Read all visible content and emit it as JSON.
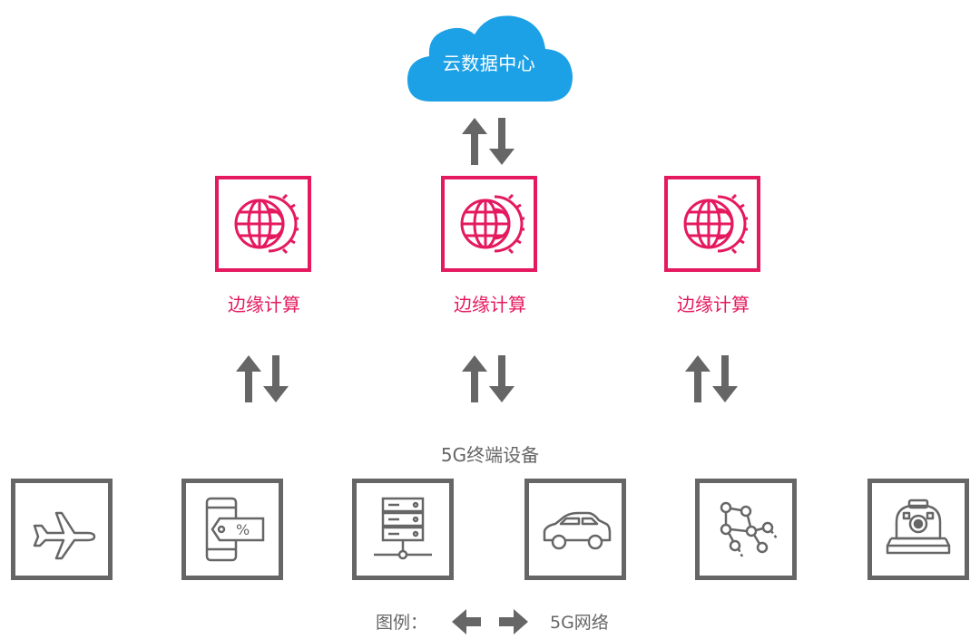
{
  "cloud": {
    "label": "云数据中心",
    "color": "#1da1e6"
  },
  "edge_nodes": [
    {
      "label": "边缘计算",
      "icon": "globe-gear-icon"
    },
    {
      "label": "边缘计算",
      "icon": "globe-gear-icon"
    },
    {
      "label": "边缘计算",
      "icon": "globe-gear-icon"
    }
  ],
  "devices_section": {
    "label": "5G终端设备"
  },
  "devices": [
    {
      "icon": "airplane-icon"
    },
    {
      "icon": "phone-discount-icon"
    },
    {
      "icon": "server-icon"
    },
    {
      "icon": "car-icon"
    },
    {
      "icon": "network-nodes-icon"
    },
    {
      "icon": "robot-vacuum-icon"
    }
  ],
  "legend": {
    "prefix": "图例：",
    "label": "5G网络"
  },
  "colors": {
    "accent": "#e5195f",
    "arrow": "#666666",
    "cloud": "#1da1e6"
  }
}
